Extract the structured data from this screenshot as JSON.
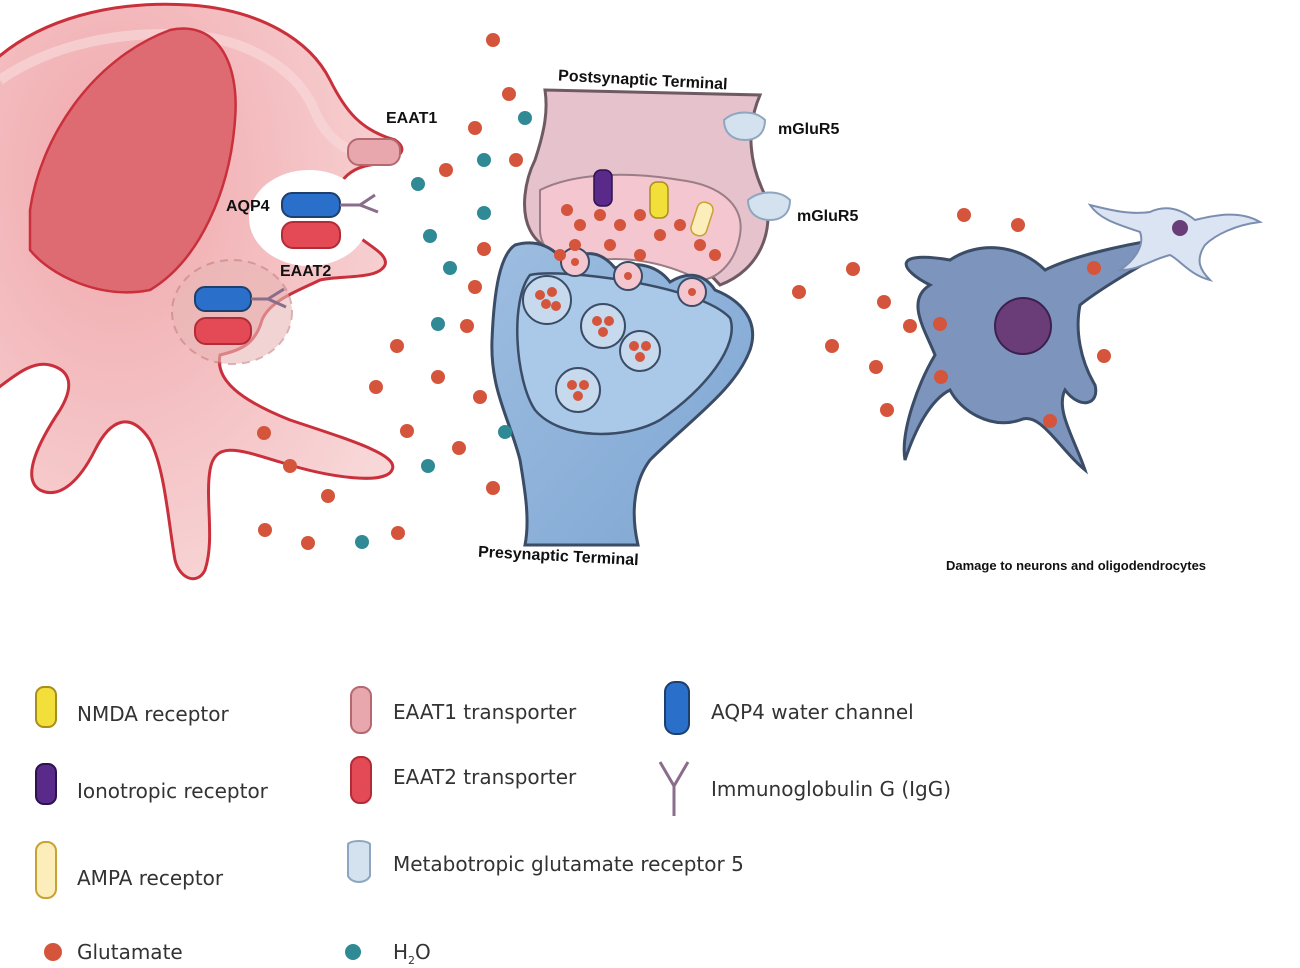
{
  "labels": {
    "eaat1": "EAAT1",
    "aqp4": "AQP4",
    "eaat2": "EAAT2",
    "postsynaptic": "Postsynaptic Terminal",
    "presynaptic": "Presynaptic Terminal",
    "mglur5_top": "mGluR5",
    "mglur5_bottom": "mGluR5",
    "damage": "Damage to neurons and oligodendrocytes"
  },
  "legend": {
    "nmda": "NMDA receptor",
    "ionotropic": "Ionotropic receptor",
    "ampa": "AMPA receptor",
    "glutamate": "Glutamate",
    "eaat1": "EAAT1 transporter",
    "eaat2": "EAAT2 transporter",
    "mglur5": "Metabotropic glutamate receptor 5",
    "h2o_main": "H",
    "h2o_sub": "2",
    "h2o_end": "O",
    "aqp4": "AQP4 water channel",
    "igg": "Immunoglobulin G (IgG)"
  },
  "colors": {
    "glutamate": "#d4553c",
    "water": "#2f8a96",
    "astrocyte": "#f5c6c8",
    "astrocyte_outline": "#c9303b",
    "nucleus": "#de6b72",
    "presynaptic": "#a9c6e4",
    "postsynaptic": "#e8c3cf",
    "neuron": "#7d94bd",
    "neuron_nucleus": "#6a3d78"
  }
}
